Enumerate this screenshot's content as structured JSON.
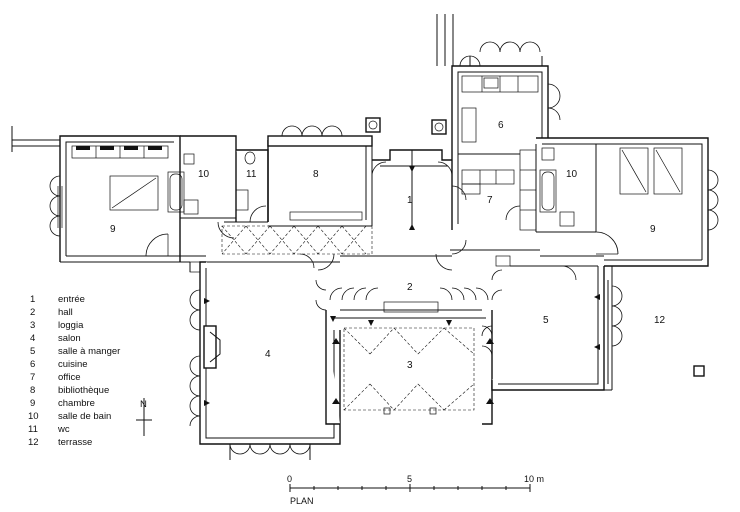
{
  "rooms": [
    {
      "n": "1"
    },
    {
      "n": "2"
    },
    {
      "n": "3"
    },
    {
      "n": "4"
    },
    {
      "n": "5"
    },
    {
      "n": "6"
    },
    {
      "n": "7"
    },
    {
      "n": "8"
    },
    {
      "n": "9"
    },
    {
      "n": "9"
    },
    {
      "n": "10"
    },
    {
      "n": "10"
    },
    {
      "n": "11"
    },
    {
      "n": "12"
    }
  ],
  "legend": [
    {
      "num": "1",
      "label": "entrée"
    },
    {
      "num": "2",
      "label": "hall"
    },
    {
      "num": "3",
      "label": "loggia"
    },
    {
      "num": "4",
      "label": "salon"
    },
    {
      "num": "5",
      "label": "salle à manger"
    },
    {
      "num": "6",
      "label": "cuisine"
    },
    {
      "num": "7",
      "label": "office"
    },
    {
      "num": "8",
      "label": "bibliothèque"
    },
    {
      "num": "9",
      "label": "chambre"
    },
    {
      "num": "10",
      "label": "salle de bain"
    },
    {
      "num": "11",
      "label": "wc"
    },
    {
      "num": "12",
      "label": "terrasse"
    }
  ],
  "north": "N",
  "scale": {
    "label": "PLAN",
    "ticks": [
      "0",
      "5",
      "10 m"
    ]
  }
}
